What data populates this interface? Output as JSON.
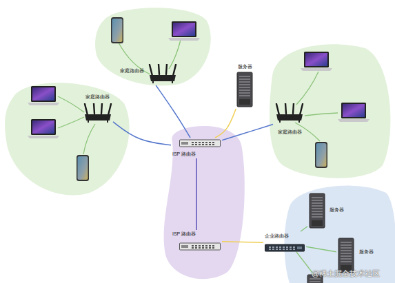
{
  "diagram": {
    "nodes": [
      {
        "text": [
          "家庭路由器"
        ]
      },
      {
        "text": [
          "服务器"
        ]
      },
      {
        "text": [
          "家庭路由器"
        ]
      },
      {
        "text": [
          "家庭路由器"
        ]
      },
      {
        "text": [
          "ISP 路由器"
        ]
      },
      {
        "text": [
          "服务器"
        ]
      },
      {
        "text": [
          "ISP 路由器"
        ]
      },
      {
        "text": [
          "企业路由器"
        ]
      },
      {
        "text": [
          "服务器"
        ]
      }
    ],
    "edges": [
      {
        "from": 0,
        "to": 4,
        "arrow": "none"
      },
      {
        "from": 1,
        "to": 4,
        "arrow": "none"
      },
      {
        "from": 2,
        "to": 4,
        "arrow": "none"
      },
      {
        "from": 3,
        "to": 4,
        "arrow": "none"
      },
      {
        "from": 4,
        "to": 6,
        "arrow": "none"
      },
      {
        "from": 6,
        "to": 7,
        "arrow": "none"
      },
      {
        "from": 7,
        "to": 5,
        "arrow": "none"
      },
      {
        "from": 7,
        "to": 8,
        "arrow": "none"
      }
    ],
    "labels": [
      "@稀土掘金技术社区"
    ]
  }
}
